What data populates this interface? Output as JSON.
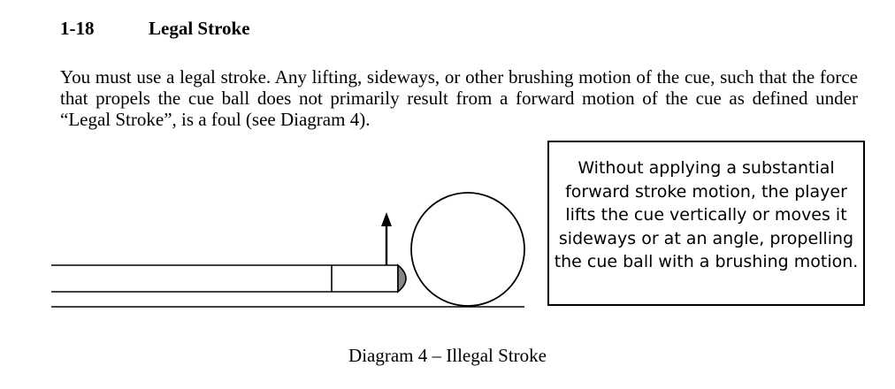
{
  "section": {
    "number": "1-18",
    "title": "Legal Stroke"
  },
  "paragraph": "You must use a legal stroke.  Any lifting, sideways, or other brushing motion of the cue, such that the force that propels the cue ball does not primarily result from a forward motion of the cue as defined under “Legal Stroke”, is a foul (see Diagram 4).",
  "diagram": {
    "callout_text": "Without applying a substantial forward stroke motion, the player lifts the cue vertically or moves it sideways or at an angle, propelling the cue ball with a brushing motion.",
    "caption": "Diagram 4 – Illegal Stroke",
    "line_color": "#000000",
    "tip_color": "#888888"
  }
}
